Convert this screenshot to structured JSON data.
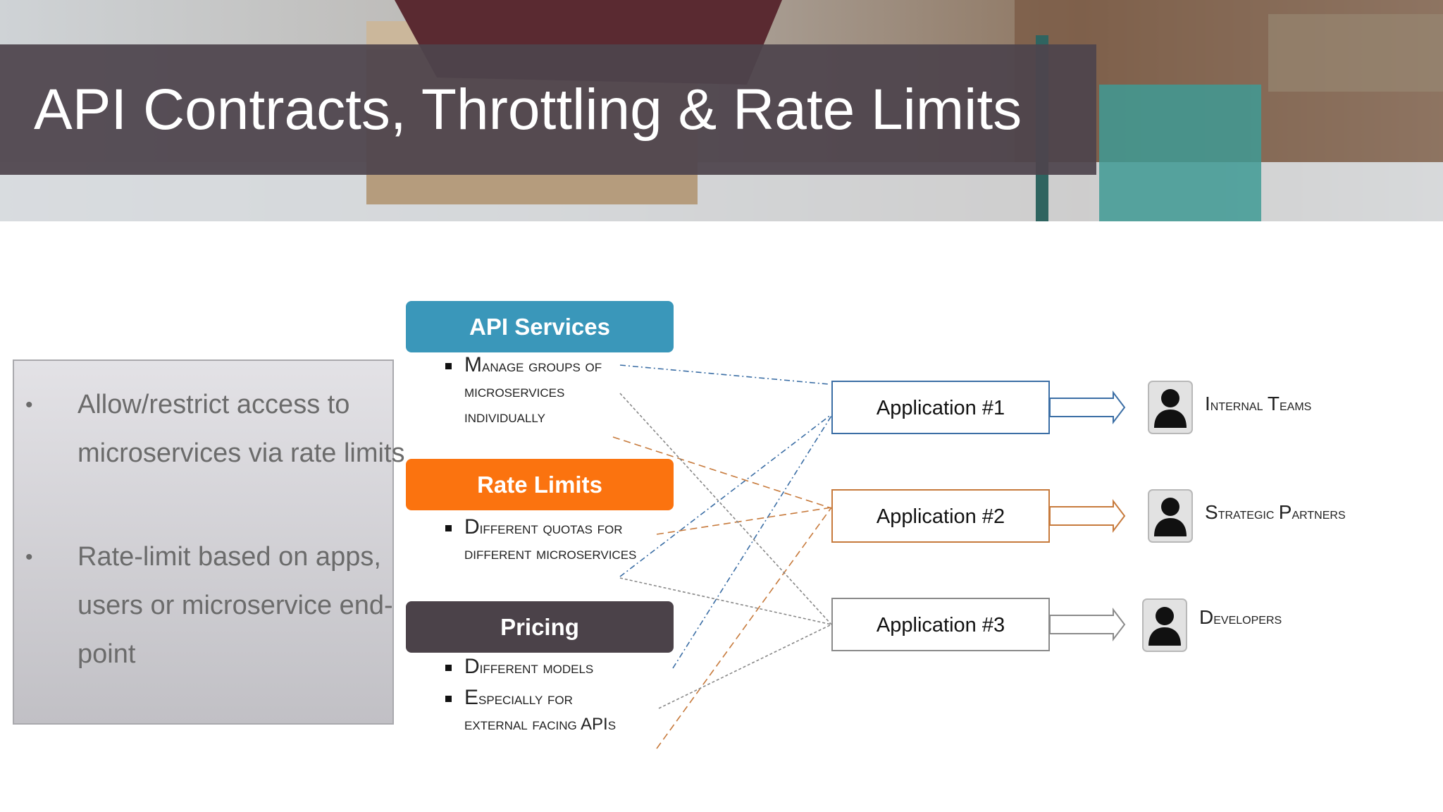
{
  "slide": {
    "title": "API Contracts, Throttling & Rate Limits"
  },
  "info_box": {
    "bullet_glyph": "•",
    "items": [
      "Allow/restrict access to microservices via rate limits",
      "Rate-limit based on apps, users or microservice end-point"
    ]
  },
  "categories": [
    {
      "label": "API Services",
      "color": "#3a97ba",
      "items": [
        {
          "first": "M",
          "rest": "anage groups of microservices individually"
        }
      ]
    },
    {
      "label": "Rate Limits",
      "color": "#fb730f",
      "items": [
        {
          "first": "D",
          "rest": "ifferent quotas for different microservices"
        }
      ]
    },
    {
      "label": "Pricing",
      "color": "#4b4249",
      "items": [
        {
          "first": "D",
          "rest": "ifferent models"
        },
        {
          "first": "E",
          "rest": "specially for external facing APIs"
        }
      ]
    }
  ],
  "applications": [
    {
      "label": "Application #1",
      "color": "#3b6ea5"
    },
    {
      "label": "Application #2",
      "color": "#c77a3c"
    },
    {
      "label": "Application #3",
      "color": "#8a8a8a"
    }
  ],
  "audiences": [
    {
      "first": "I",
      "rest": "nternal ",
      "first2": "T",
      "rest2": "eams",
      "icon": "person-silhouette-icon"
    },
    {
      "first": "S",
      "rest": "trategic ",
      "first2": "P",
      "rest2": "artners",
      "icon": "person-silhouette-icon"
    },
    {
      "first": "D",
      "rest": "evelopers",
      "first2": "",
      "rest2": "",
      "icon": "person-silhouette-icon"
    }
  ]
}
